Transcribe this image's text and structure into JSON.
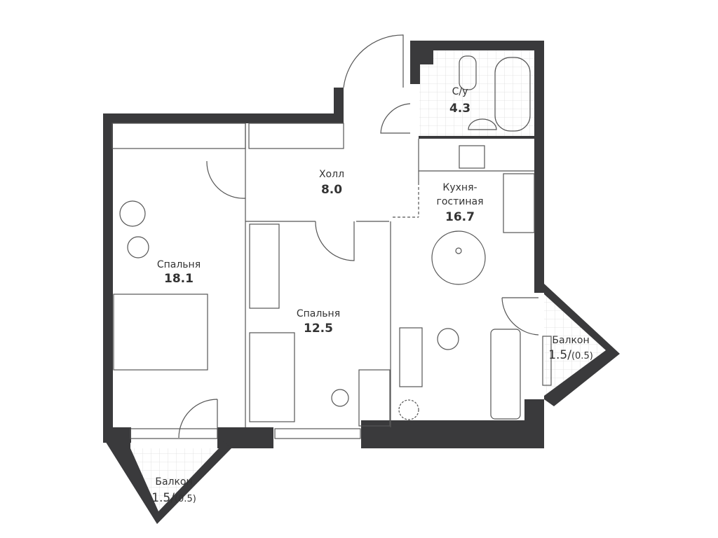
{
  "rooms": {
    "hall": {
      "name": "Холл",
      "area": "8.0"
    },
    "bathroom": {
      "name": "С/у",
      "area": "4.3"
    },
    "kitchen_living": {
      "name_line1": "Кухня-",
      "name_line2": "гостиная",
      "area": "16.7"
    },
    "bedroom_large": {
      "name": "Спальня",
      "area": "18.1"
    },
    "bedroom_small": {
      "name": "Спальня",
      "area": "12.5"
    },
    "balcony_left": {
      "name": "Балкон",
      "area": "1.5",
      "area_reduced": "(0.5)"
    },
    "balcony_right": {
      "name": "Балкон",
      "area": "1.5",
      "area_reduced": "(0.5)"
    }
  },
  "colors": {
    "wall": "#3a3a3c",
    "line": "#555555",
    "tile": "#dddddd"
  }
}
